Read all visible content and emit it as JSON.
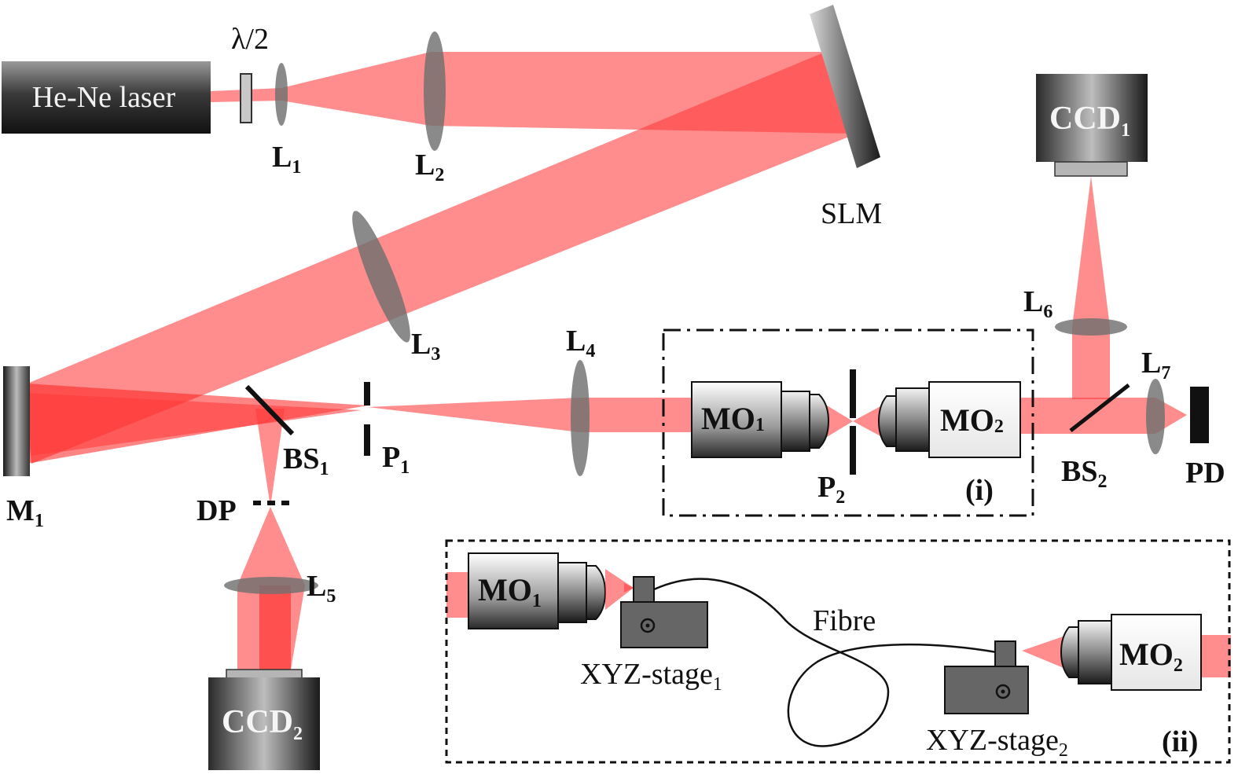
{
  "labels": {
    "laser": "He-Ne laser",
    "half_wave": "λ/2",
    "L1": "L",
    "L1_sub": "1",
    "L2": "L",
    "L2_sub": "2",
    "L3": "L",
    "L3_sub": "3",
    "L4": "L",
    "L4_sub": "4",
    "L5": "L",
    "L5_sub": "5",
    "L6": "L",
    "L6_sub": "6",
    "L7": "L",
    "L7_sub": "7",
    "slm": "SLM",
    "ccd1": "CCD",
    "ccd1_sub": "1",
    "ccd2": "CCD",
    "ccd2_sub": "2",
    "m1": "M",
    "m1_sub": "1",
    "bs1": "BS",
    "bs1_sub": "1",
    "bs2": "BS",
    "bs2_sub": "2",
    "p1": "P",
    "p1_sub": "1",
    "p2": "P",
    "p2_sub": "2",
    "dp": "DP",
    "pd": "PD",
    "mo1": "MO",
    "mo1_sub": "1",
    "mo2": "MO",
    "mo2_sub": "2",
    "inset_i": "(i)",
    "inset_ii": "(ii)",
    "fibre": "Fibre",
    "stage1": "XYZ-stage",
    "stage1_sub": "1",
    "stage2": "XYZ-stage",
    "stage2_sub": "2"
  },
  "colors": {
    "beam": "#ff3b3b",
    "lens": "#707070",
    "device_dark": "#1a1a1a",
    "device_light": "#f0f0f0"
  },
  "icons": [
    "laser-icon",
    "camera-icon",
    "objective-icon",
    "lens-icon",
    "mirror-icon",
    "stage-icon",
    "fibre-icon"
  ]
}
